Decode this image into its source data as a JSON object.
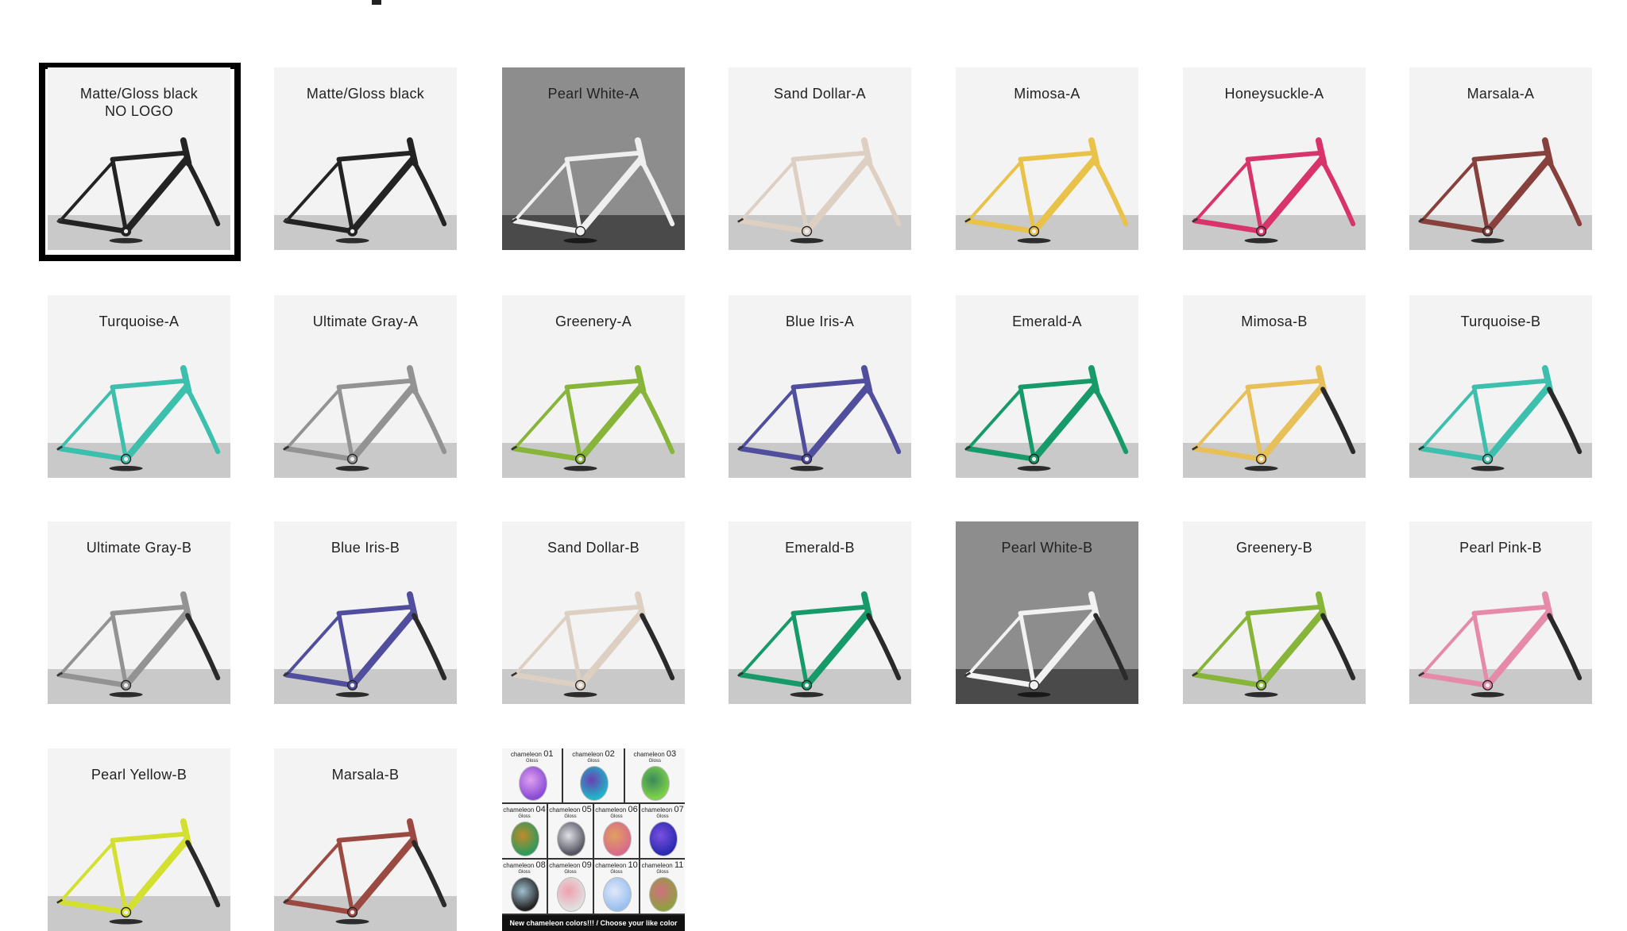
{
  "tiles": [
    {
      "label": "Matte/Gloss black",
      "label2": "NO LOGO",
      "color": "#232323",
      "fork": "#232323",
      "dark": false,
      "selected": true
    },
    {
      "label": "Matte/Gloss black",
      "color": "#232323",
      "fork": "#232323",
      "dark": false
    },
    {
      "label": "Pearl White-A",
      "color": "#efefef",
      "fork": "#efefef",
      "dark": true
    },
    {
      "label": "Sand Dollar-A",
      "color": "#ddd0c3",
      "fork": "#ddd0c3",
      "dark": false
    },
    {
      "label": "Mimosa-A",
      "color": "#e9c24a",
      "fork": "#e9c24a",
      "dark": false
    },
    {
      "label": "Honeysuckle-A",
      "color": "#d8336a",
      "fork": "#d8336a",
      "dark": false
    },
    {
      "label": "Marsala-A",
      "color": "#87403c",
      "fork": "#87403c",
      "dark": false
    },
    {
      "label": "Turquoise-A",
      "color": "#3cbfad",
      "fork": "#3cbfad",
      "dark": false
    },
    {
      "label": "Ultimate Gray-A",
      "color": "#939393",
      "fork": "#939393",
      "dark": false
    },
    {
      "label": "Greenery-A",
      "color": "#87b53a",
      "fork": "#87b53a",
      "dark": false
    },
    {
      "label": "Blue Iris-A",
      "color": "#504e9d",
      "fork": "#504e9d",
      "dark": false
    },
    {
      "label": "Emerald-A",
      "color": "#169a6a",
      "fork": "#169a6a",
      "dark": false
    },
    {
      "label": "Mimosa-B",
      "color": "#e8c05a",
      "fork": "#2a2a2a",
      "dark": false
    },
    {
      "label": "Turquoise-B",
      "color": "#3cbfad",
      "fork": "#2a2a2a",
      "dark": false
    },
    {
      "label": "Ultimate Gray-B",
      "color": "#939393",
      "fork": "#2a2a2a",
      "dark": false
    },
    {
      "label": "Blue Iris-B",
      "color": "#504e9d",
      "fork": "#2a2a2a",
      "dark": false
    },
    {
      "label": "Sand Dollar-B",
      "color": "#ddd0c3",
      "fork": "#2a2a2a",
      "dark": false
    },
    {
      "label": "Emerald-B",
      "color": "#169a6a",
      "fork": "#2a2a2a",
      "dark": false
    },
    {
      "label": "Pearl White-B",
      "color": "#f2f2f2",
      "fork": "#2a2a2a",
      "dark": true
    },
    {
      "label": "Greenery-B",
      "color": "#87b53a",
      "fork": "#2a2a2a",
      "dark": false
    },
    {
      "label": "Pearl Pink-B",
      "color": "#e58aa8",
      "fork": "#2a2a2a",
      "dark": false
    },
    {
      "label": "Pearl Yellow-B",
      "color": "#d4e030",
      "fork": "#2a2a2a",
      "dark": false
    },
    {
      "label": "Marsala-B",
      "color": "#9b4a42",
      "fork": "#2a2a2a",
      "dark": false
    }
  ],
  "chameleon": {
    "prefix": "chameleon",
    "finish": "Gloss",
    "swatches": [
      {
        "num": "01",
        "c1": "#8a4bd6",
        "c2": "#e0a0f0"
      },
      {
        "num": "02",
        "c1": "#1fb5c8",
        "c2": "#6a3fb0"
      },
      {
        "num": "03",
        "c1": "#7ed04a",
        "c2": "#3a8a5a"
      },
      {
        "num": "04",
        "c1": "#2f9a5a",
        "c2": "#c08a2a"
      },
      {
        "num": "05",
        "c1": "#555560",
        "c2": "#e0e0e8"
      },
      {
        "num": "06",
        "c1": "#d96a8a",
        "c2": "#e0a060"
      },
      {
        "num": "07",
        "c1": "#2a2ab0",
        "c2": "#7a50e0"
      },
      {
        "num": "08",
        "c1": "#222222",
        "c2": "#a0c0d0"
      },
      {
        "num": "09",
        "c1": "#e0e0e0",
        "c2": "#f0a0b0"
      },
      {
        "num": "10",
        "c1": "#9ac0f0",
        "c2": "#e0e8f8"
      },
      {
        "num": "11",
        "c1": "#90a040",
        "c2": "#d07080"
      }
    ],
    "footer": "New chameleon colors!!!  /  Choose your like color number"
  }
}
